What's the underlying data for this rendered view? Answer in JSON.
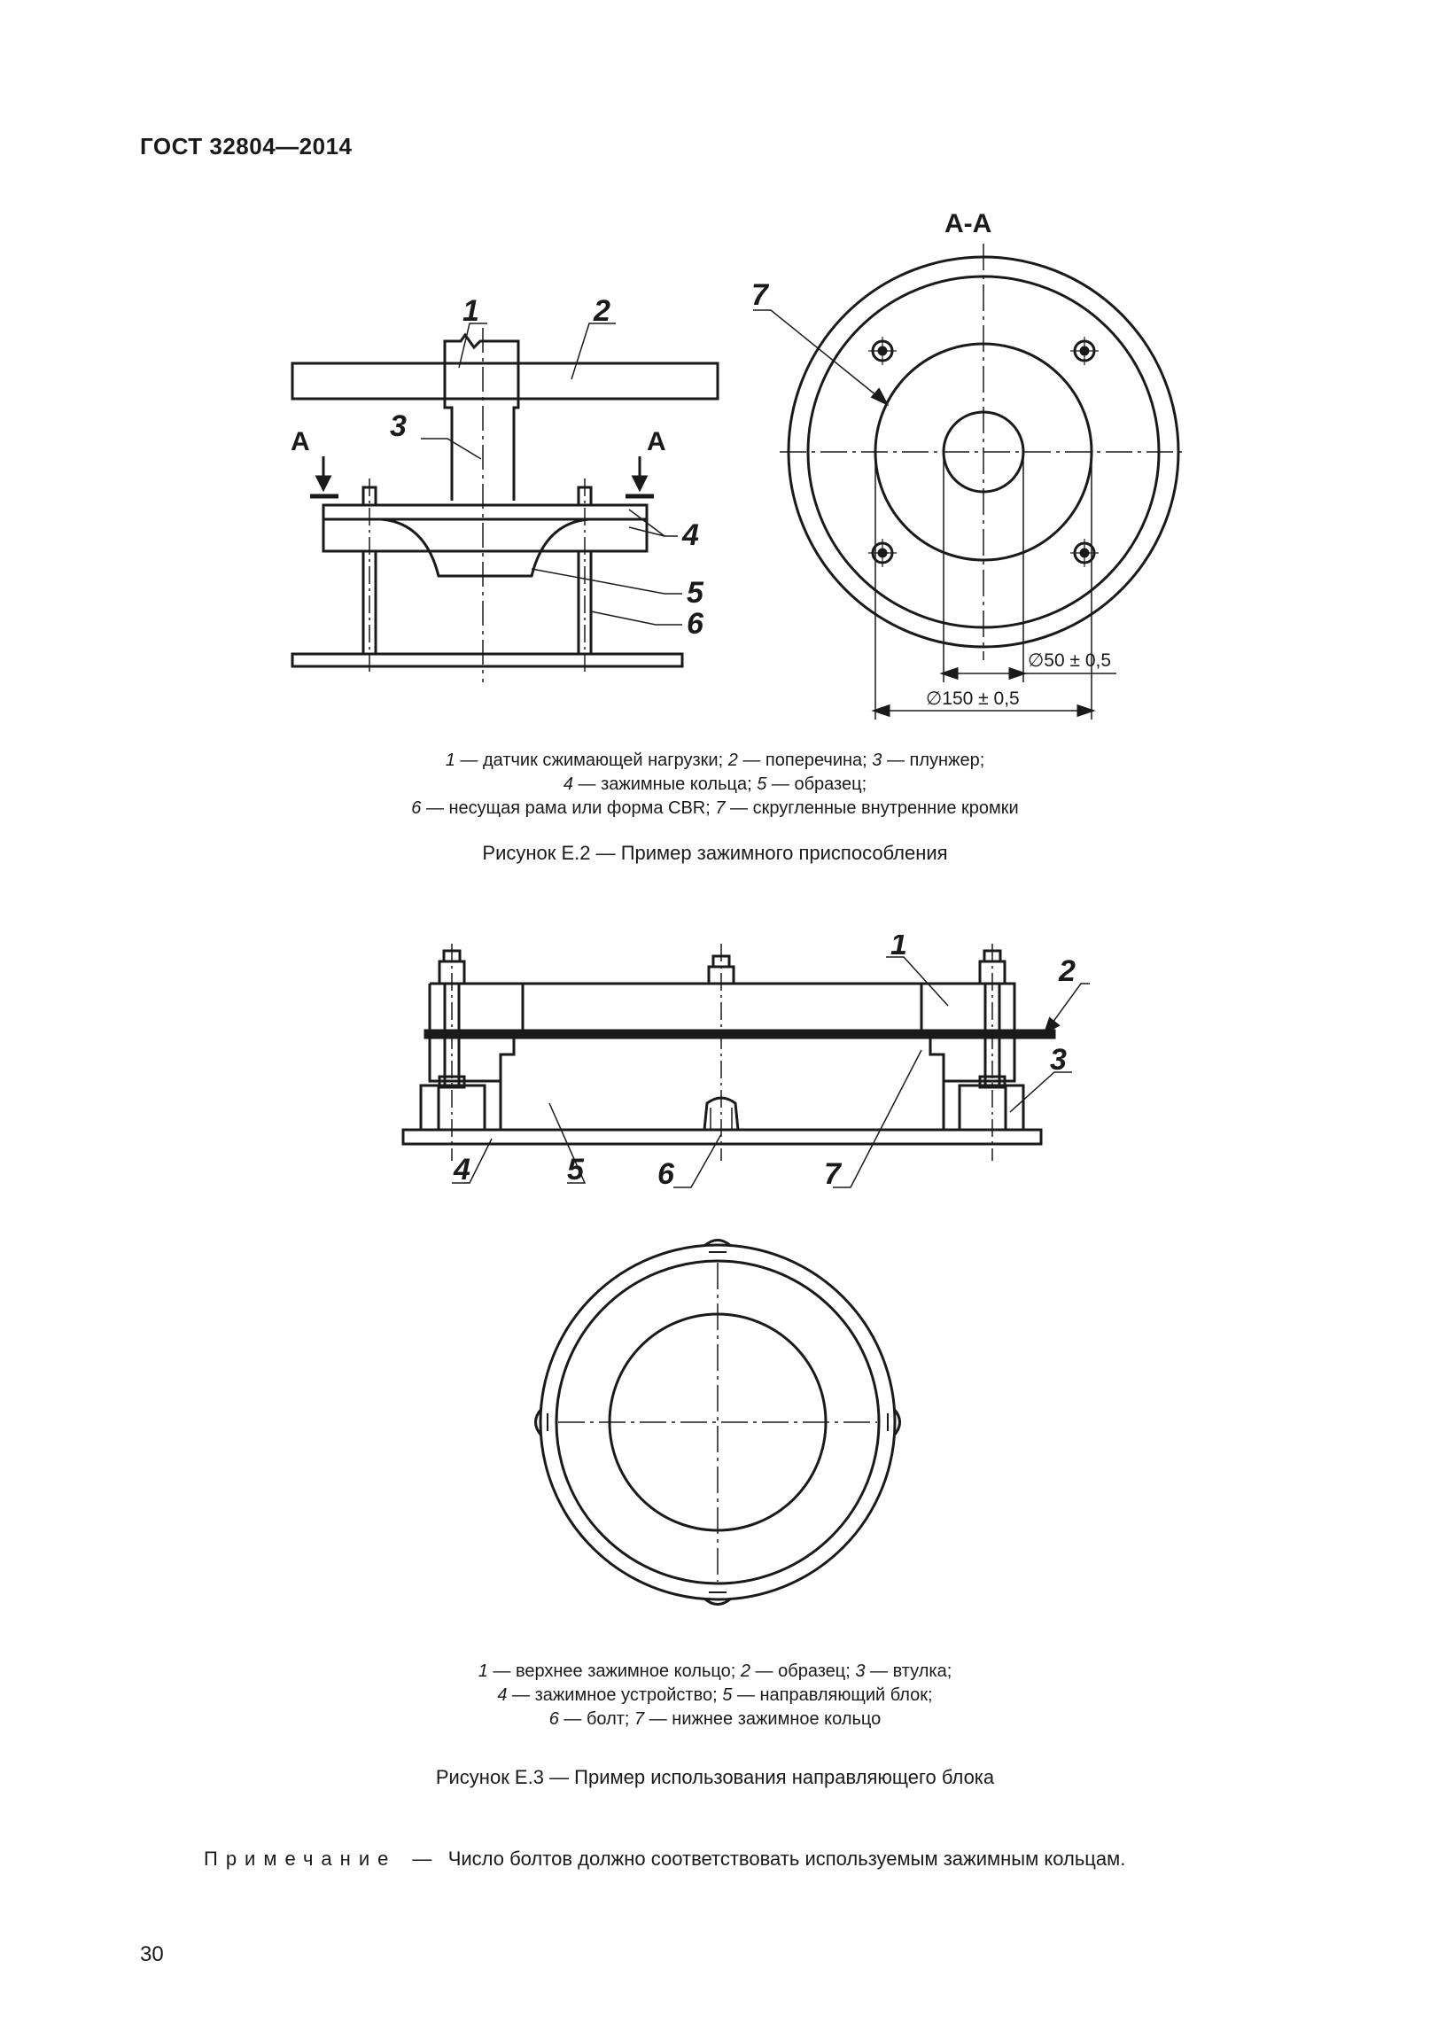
{
  "header": {
    "title": "ГОСТ 32804—2014"
  },
  "figure_e2": {
    "side_view": {
      "labels": [
        "1",
        "2",
        "3",
        "4",
        "5",
        "6"
      ],
      "section_mark": "A"
    },
    "section_view": {
      "title": "А-А",
      "label": "7",
      "dim_inner": "∅50 ± 0,5",
      "dim_outer": "∅150 ± 0,5"
    },
    "legend": [
      [
        {
          "n": "1",
          "t": " — датчик сжимающей нагрузки; "
        },
        {
          "n": "2",
          "t": " — поперечина; "
        },
        {
          "n": "3",
          "t": " — плунжер;"
        }
      ],
      [
        {
          "n": "4",
          "t": " — зажимные кольца; "
        },
        {
          "n": "5",
          "t": " — образец;"
        }
      ],
      [
        {
          "n": "6",
          "t": " — несущая рама или форма CBR; "
        },
        {
          "n": "7",
          "t": " — скругленные внутренние кромки"
        }
      ]
    ],
    "caption": "Рисунок Е.2 — Пример зажимного приспособления"
  },
  "figure_e3": {
    "labels": [
      "1",
      "2",
      "3",
      "4",
      "5",
      "6",
      "7"
    ],
    "legend": [
      [
        {
          "n": "1",
          "t": " — верхнее зажимное кольцо; "
        },
        {
          "n": "2",
          "t": " — образец; "
        },
        {
          "n": "3",
          "t": " — втулка;"
        }
      ],
      [
        {
          "n": "4",
          "t": " — зажимное устройство; "
        },
        {
          "n": "5",
          "t": " — направляющий блок;"
        }
      ],
      [
        {
          "n": "6",
          "t": " — болт; "
        },
        {
          "n": "7",
          "t": " — нижнее зажимное кольцо"
        }
      ]
    ],
    "caption": "Рисунок Е.3 — Пример использования направляющего блока"
  },
  "note": {
    "label": "Примечание",
    "dash": "—",
    "text": "Число болтов должно соответствовать используемым зажимным кольцам."
  },
  "page_number": "30"
}
